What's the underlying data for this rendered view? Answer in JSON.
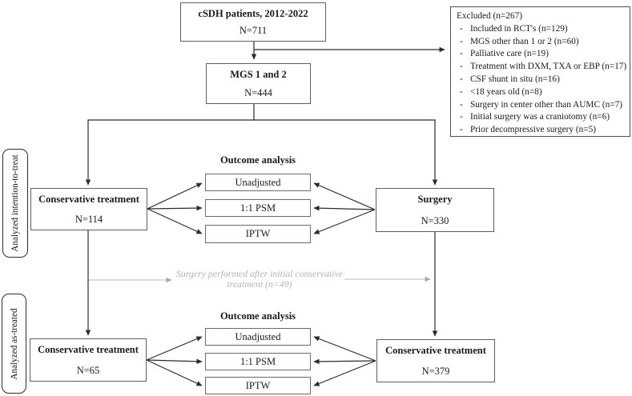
{
  "colors": {
    "line": "#2b2b2b",
    "note_gray": "#b3b3b3",
    "box_border": "#5f5f5f"
  },
  "flow": {
    "top_box": {
      "title": "cSDH patients, 2012-2022",
      "n": "N=711"
    },
    "mgs_box": {
      "title": "MGS 1 and 2",
      "n": "N=444"
    },
    "excluded_box": {
      "title": "Excluded (n=267)",
      "items": [
        "Included in RCT's (n=129)",
        "MGS other than 1 or 2 (n=60)",
        "Palliative care (n=19)",
        "Treatment with DXM, TXA or EBP (n=17)",
        "CSF shunt in situ (n=16)",
        "<18 years old (n=8)",
        "Surgery in center other than AUMC (n=7)",
        "Initial surgery was a craniotomy (n=6)",
        "Prior decompressive surgery (n=5)"
      ]
    },
    "itt": {
      "side_label": "Analyzed intention-to-treat",
      "left_box": {
        "title": "Conservative treatment",
        "n": "N=114"
      },
      "right_box": {
        "title": "Surgery",
        "n": "N=330"
      },
      "outcome_title": "Outcome analysis",
      "outcome_boxes": [
        "Unadjusted",
        "1:1 PSM",
        "IPTW"
      ]
    },
    "crossover_note": {
      "line1": "Surgery performed after initial conservative",
      "line2": "treatment (n=49)"
    },
    "at": {
      "side_label": "Analyzed as-treated",
      "left_box": {
        "title": "Conservative treatment",
        "n": "N=65"
      },
      "right_box": {
        "title": "Conservative treatment",
        "n": "N=379"
      },
      "outcome_title": "Outcome analysis",
      "outcome_boxes": [
        "Unadjusted",
        "1:1 PSM",
        "IPTW"
      ]
    }
  }
}
